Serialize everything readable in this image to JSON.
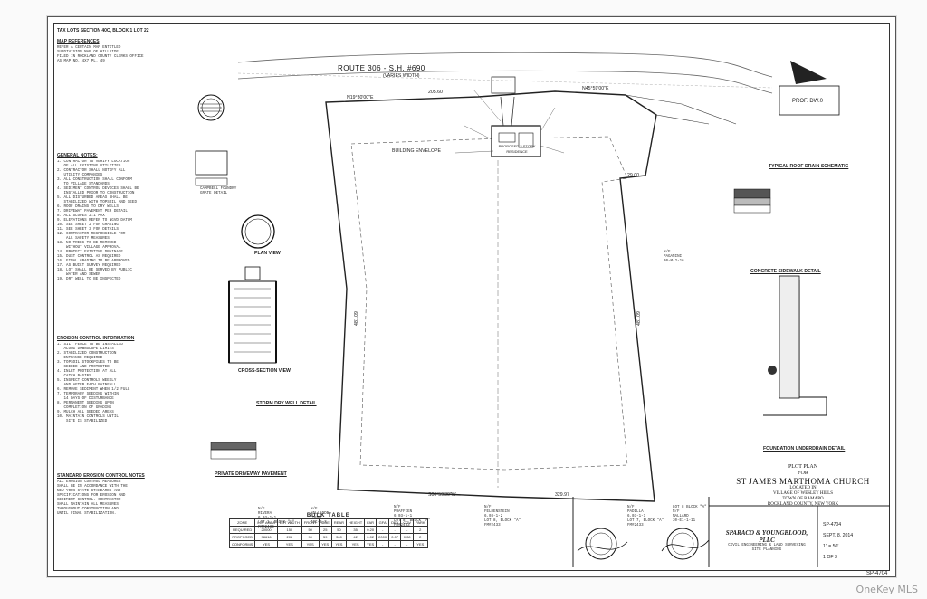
{
  "header": {
    "tax_lots": "TAX LOTS SECTION 40C, BLOCK 1 LOT 22"
  },
  "notes_left": {
    "map_ref_title": "MAP REFERENCES",
    "general_notes_title": "GENERAL NOTES:",
    "erosion_title": "EROSION CONTROL INFORMATION",
    "std_erosion_title": "STANDARD EROSION CONTROL NOTES"
  },
  "road": {
    "label": "ROUTE 306 - S.H. #690",
    "width": "(VARIES WIDTH)"
  },
  "property": {
    "bearing_top": "N19°30'00\"E",
    "bearing_top_right": "N45°59'00\"E",
    "bearing_bottom": "S00°59'30\"W",
    "dist_top": "205.60",
    "dist_bottom": "329.97",
    "dist_left": "481.09",
    "dist_right": "481.09",
    "dist_notch": "29.00",
    "residence_label": "PROPOSED 2 STORY RESIDENCE",
    "inner_note": "BUILDING ENVELOPE"
  },
  "neighbors": {
    "right": "N/F\nPAGANINI\n30-M-2-16",
    "bottom_1": "N/F\nRIVERA\n6.03-1-1\nLOT 1, BLOCK \"C\"\nFM#2433",
    "bottom_2": "N/F\nHILLSIDE\nCOURT\n40C-3-3",
    "bottom_3": "N/F\nPRAFFIEN\n6.03-1-1\nLOT 8, BLOCK \"A\"\nFM#2433",
    "bottom_4": "N/F\nFELDENSTEIN\n6.03-1-2\nLOT 8, BLOCK \"A\"\nFM#2433",
    "bottom_5": "N/F\nPADILLA\n6.03-1-1\nLOT 7, BLOCK \"A\"\nFM#2433",
    "bottom_6": "LOT 8 BLOCK \"A\"\nN/F\nMALLARD\n30-E1-1-11"
  },
  "details": {
    "catch_basin": "CAMPBELL FOUNDRY\nGRATE DETAIL",
    "plan_view": "PLAN VIEW",
    "cross_section": "CROSS-SECTION VIEW",
    "dry_well": "STORM DRY WELL DETAIL",
    "driveway": "PRIVATE DRIVEWAY PAVEMENT",
    "roof_drain": "TYPICAL ROOF DRAIN SCHEMATIC",
    "sidewalk": "CONCRETE SIDEWALK DETAIL",
    "foundation": "FOUNDATION UNDERDRAIN DETAIL",
    "prof": "PROF. DW.0"
  },
  "bulk": {
    "title": "BULK TABLE",
    "rows": [
      [
        "ZONE",
        "LOT AREA",
        "LOT WIDTH",
        "FRONT",
        "SIDE",
        "REAR",
        "HEIGHT",
        "FAR",
        "GFA",
        "DEV",
        "COV",
        "PARK"
      ],
      [
        "REQUIRED",
        "20000",
        "150",
        "50",
        "25",
        "50",
        "35",
        "0.20",
        "-",
        "-",
        "-",
        "2"
      ],
      [
        "PROPOSED",
        "98616",
        "205",
        "90",
        "59",
        "300",
        "42",
        "0.02",
        "2000",
        "0.07",
        "0.08",
        "2"
      ],
      [
        "CONFORMS",
        "YES",
        "YES",
        "YES",
        "YES",
        "YES",
        "YES",
        "YES",
        "-",
        "-",
        "-",
        "YES"
      ]
    ]
  },
  "title_block": {
    "plot_plan": "PLOT PLAN\nFOR",
    "client": "ST JAMES MARTHOMA CHURCH",
    "location": "LOCATED IN\nVILLAGE OF WESLEY HILLS\nTOWN OF RAMAPO\nROCKLAND COUNTY, NEW YORK",
    "firm": "SPARACO & YOUNGBLOOD, PLLC",
    "firm_sub": "CIVIL ENGINEERING & LAND SURVEYING\nSITE PLANNING",
    "sheet_no": "SP-4704",
    "sheet": "1 OF 3",
    "date": "SEPT. 8, 2014",
    "scale": "1\" = 50'",
    "drawing_no": "SP-4704"
  },
  "watermark": "OneKey MLS"
}
